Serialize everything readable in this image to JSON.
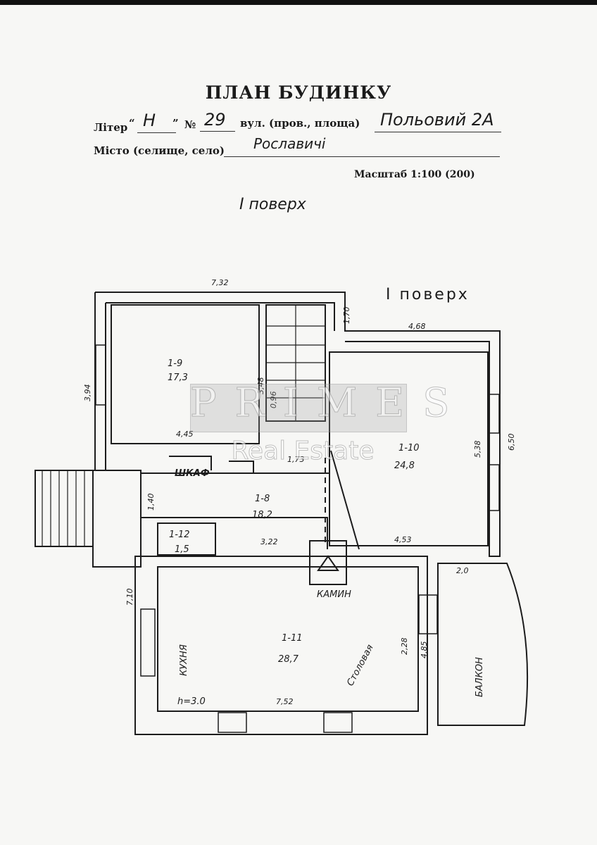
{
  "header": {
    "title": "ПЛАН БУДИНКУ",
    "liter_label": "Літер",
    "liter_value": "Н",
    "number_label": "№",
    "number_value": "29",
    "street_label": "вул. (пров., площа)",
    "street_value": "Польовий 2А",
    "city_label": "Місто (селище, село)",
    "city_value": "Рославичі",
    "scale_label": "Масштаб 1:100 (200)",
    "floor_note": "І поверх"
  },
  "plan": {
    "floor_title": "І поверх",
    "rooms": [
      {
        "id": "1-9",
        "area": "17,3"
      },
      {
        "id": "1-10",
        "area": "24,8"
      },
      {
        "id": "1-8",
        "area": "18,2"
      },
      {
        "id": "1-12",
        "area": "1,5"
      },
      {
        "id": "1-11",
        "area": "28,7"
      }
    ],
    "labels": {
      "wardrobe": "ШКАФ",
      "fireplace": "КАМИН",
      "kitchen": "КУХНЯ",
      "dining": "Столовая",
      "balcony": "БАЛКОН",
      "height": "h=3.0"
    },
    "dimensions": {
      "top_width": "7,32",
      "right_top_width": "4,68",
      "stair_width": "1,70",
      "left_height": "3,94",
      "room19_width": "4,45",
      "room19_height": "3,48",
      "stair_small": "0,96",
      "corridor_width": "1,73",
      "room110_height": "5,38",
      "right_height": "6,50",
      "left_small": "1,40",
      "mid_width": "3,22",
      "mid_right_width": "4,53",
      "left_bottom": "7,10",
      "balcony_width": "2,0",
      "dining_small": "2,28",
      "balcony_depth": "4,85",
      "bottom_width": "7,52"
    }
  },
  "watermark": {
    "title": "PRIMES",
    "subtitle": "Real Estate"
  }
}
